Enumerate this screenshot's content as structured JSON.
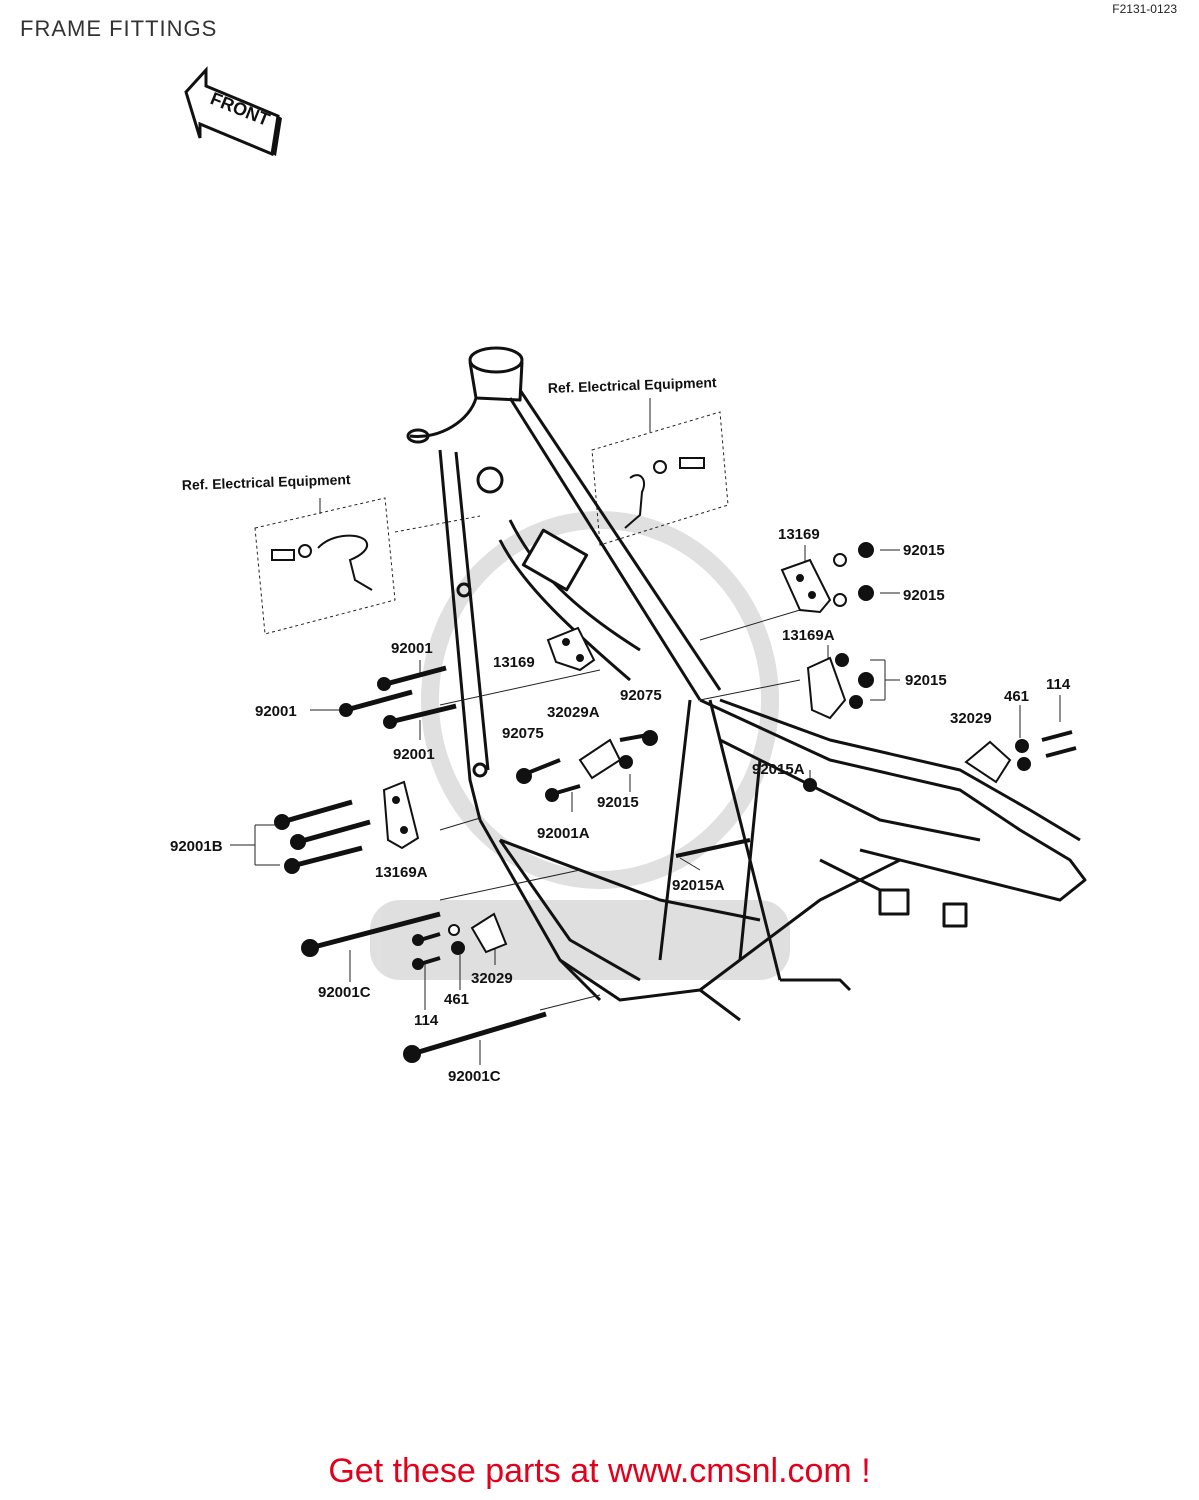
{
  "header": {
    "title": "FRAME FITTINGS",
    "code": "F2131-0123"
  },
  "front_arrow": "FRONT",
  "refs": {
    "ref_left": "Ref. Electrical Equipment",
    "ref_right": "Ref. Electrical Equipment"
  },
  "labels": {
    "l13169_top": "13169",
    "l92015_a": "92015",
    "l92015_b": "92015",
    "l13169A_right": "13169A",
    "l92015_c": "92015",
    "l461_right": "461",
    "l114_right": "114",
    "l32029_right": "32029",
    "l92001_a": "92001",
    "l92001_b": "92001",
    "l92001_c": "92001",
    "l13169_mid": "13169",
    "l92075_a": "92075",
    "l32029A": "32029A",
    "l92075_b": "92075",
    "l92015_d": "92015",
    "l92001A": "92001A",
    "l92015A_a": "92015A",
    "l92015A_b": "92015A",
    "l92001B": "92001B",
    "l13169A_left": "13169A",
    "l92001C_a": "92001C",
    "l461_left": "461",
    "l114_left": "114",
    "l32029_left": "32029",
    "l92001C_b": "92001C"
  },
  "footer": {
    "text": "Get these parts at www.cmsnl.com !"
  }
}
